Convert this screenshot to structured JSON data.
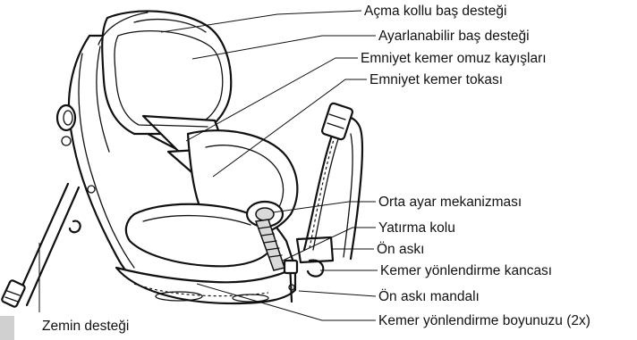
{
  "labels": {
    "acma_kollu_bas_destegi": "Açma kollu baş desteği",
    "ayarlanabilir_bas_destegi": "Ayarlanabilir baş desteği",
    "emniyet_kemer_omuz_kayislari": "Emniyet kemer omuz kayışları",
    "emniyet_kemer_tokasi": "Emniyet kemer tokası",
    "orta_ayar_mekanizmasi": "Orta ayar mekanizması",
    "yatirma_kolu": "Yatırma kolu",
    "on_aski": "Ön askı",
    "kemer_yonlendirme_kancasi": "Kemer yönlendirme kancası",
    "on_aski_mandali": "Ön askı mandalı",
    "kemer_yonlendirme_boyunuzu": "Kemer yönlendirme boyunuzu (2x)",
    "zemin_destegi": "Zemin desteği"
  }
}
